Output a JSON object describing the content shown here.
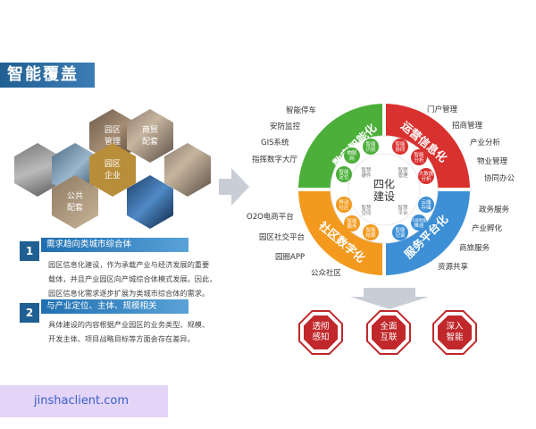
{
  "title": "智能覆盖",
  "hexagons": {
    "park_management": [
      "园区",
      "管理"
    ],
    "commerce": [
      "商贸",
      "配套"
    ],
    "park_enterprise": [
      "园区",
      "企业"
    ],
    "public_facilities": [
      "公共",
      "配套"
    ]
  },
  "sections": [
    {
      "number": "1",
      "heading": "需求趋向类城市综合体",
      "lines": [
        "园区信息化建设，作为承载产业与经济发展的重要",
        "载体，并且产业园区向产城综合体模式发展。因此，",
        "园区信息化需求逐步扩展为类城市综合体的需求。"
      ]
    },
    {
      "number": "2",
      "heading": "与产业定位、主体、规模相关",
      "lines": [
        "具体建设的内容根据产业园区的业务类型、规模、",
        "开发主体、项目战略目标等方面会存在差异。"
      ]
    }
  ],
  "ring": {
    "center": [
      "四化",
      "建设"
    ],
    "quadrants": {
      "top_left": "数字智能化",
      "top_right": "运营信息化",
      "bottom_left": "社区数字化",
      "bottom_right": "服务平台化"
    },
    "inner_items": {
      "tl": [
        [
          "智能",
          "识别"
        ],
        [
          "物联",
          "网"
        ],
        [
          "智能",
          "定位"
        ],
        [
          "智慧",
          "硬件"
        ]
      ],
      "tr": [
        [
          "智能",
          "协同"
        ],
        [
          "智能",
          "分析"
        ],
        [
          "大数据",
          "分析"
        ],
        [
          "智慧",
          "管理"
        ]
      ],
      "bl": [
        [
          "移动",
          "社区"
        ],
        [
          "智能",
          "服务"
        ],
        [
          "智能",
          "结算"
        ],
        [
          "智慧",
          "空间"
        ]
      ],
      "br": [
        [
          "云端",
          "存储"
        ],
        [
          "内容智能",
          "推送"
        ],
        [
          "智能",
          "记录"
        ],
        [
          "智慧",
          "平台"
        ]
      ]
    },
    "colors": {
      "top_left": "#4caf3a",
      "top_right": "#d9312f",
      "bottom_left": "#f39a1e",
      "bottom_right": "#3d8fd6"
    }
  },
  "outer_labels": {
    "left_top": [
      "智能停车",
      "安防监控",
      "GIS系统",
      "指挥数字大厅"
    ],
    "left_bottom": [
      "O2O电商平台",
      "园区社交平台",
      "园圈APP",
      "公众社区"
    ],
    "right_top": [
      "门户管理",
      "招商管理",
      "产业分析",
      "物业管理",
      "协同办公"
    ],
    "right_bottom": [
      "政务服务",
      "产业孵化",
      "商旅服务",
      "资源共享"
    ]
  },
  "outcomes": [
    [
      "透彻",
      "感知"
    ],
    [
      "全面",
      "互联"
    ],
    [
      "深入",
      "智能"
    ]
  ],
  "watermark": "jinshaclient.com"
}
